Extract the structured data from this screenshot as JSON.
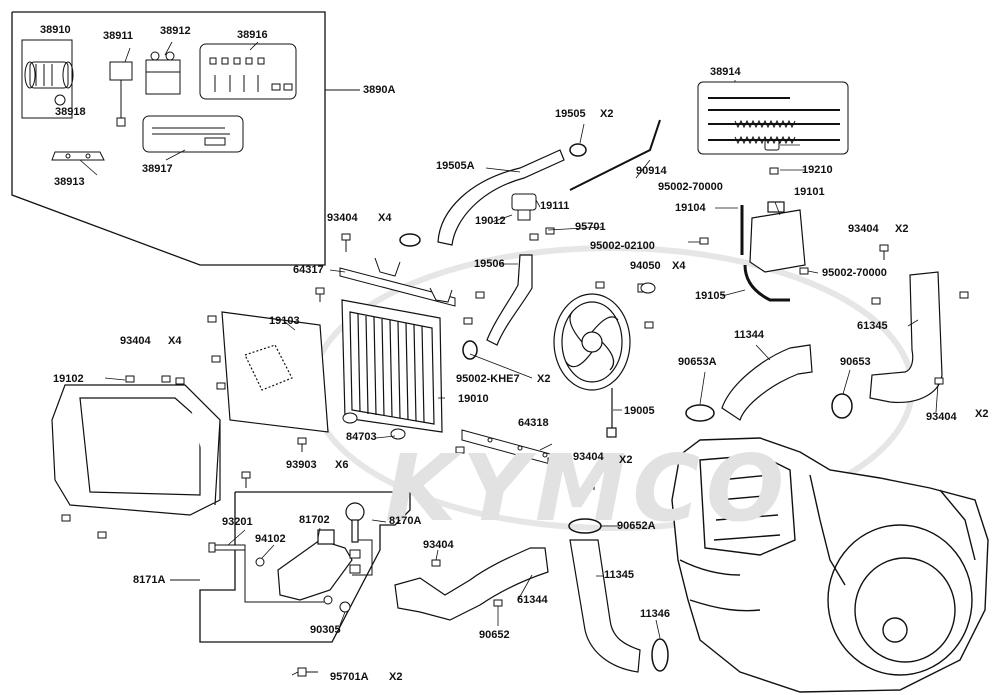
{
  "watermark": "KYMCO",
  "parts": {
    "p38910": "38910",
    "p38911": "38911",
    "p38912": "38912",
    "p38916": "38916",
    "p38918": "38918",
    "p3890A": "3890A",
    "p38913": "38913",
    "p38917": "38917",
    "p38914": "38914",
    "p19505": "19505",
    "p90914": "90914",
    "p19505A": "19505A",
    "p19210": "19210",
    "p95002_70000": "95002-70000",
    "p19101": "19101",
    "p19111": "19111",
    "p19104": "19104",
    "p93404": "93404",
    "p19012": "19012",
    "p95701": "95701",
    "p95002_02100": "95002-02100",
    "p19506": "19506",
    "p94050": "94050",
    "p64317": "64317",
    "p19105": "19105",
    "p19103": "19103",
    "p61345": "61345",
    "p11344": "11344",
    "p90653A": "90653A",
    "p90653": "90653",
    "p19102": "19102",
    "p95002_KHE7": "95002-KHE7",
    "p19010": "19010",
    "p19005": "19005",
    "p64318": "64318",
    "p84703": "84703",
    "p93903": "93903",
    "p93201": "93201",
    "p81702": "81702",
    "p8170A": "8170A",
    "p90652A": "90652A",
    "p94102": "94102",
    "p11345": "11345",
    "p8171A": "8171A",
    "p61344": "61344",
    "p11346": "11346",
    "p90305": "90305",
    "p90652": "90652",
    "p95701A": "95701A"
  },
  "qty": {
    "x2": "X2",
    "x4": "X4",
    "x6": "X6"
  }
}
